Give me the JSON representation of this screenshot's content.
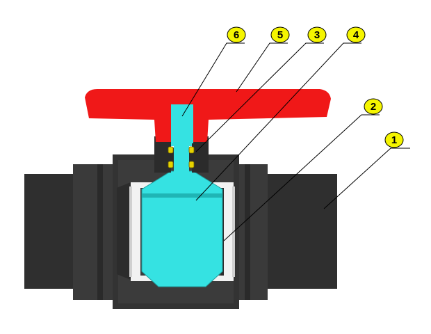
{
  "diagram": {
    "colors": {
      "body_dark": "#2e2e2e",
      "body_mid": "#3c3c3c",
      "handle": "#f01a1a",
      "ball": "#33e3e3",
      "seat": "#f2f2f2",
      "callout_fill": "#f5f500",
      "seal": "#e8d400"
    },
    "callouts": [
      {
        "label": "6",
        "part": "stem"
      },
      {
        "label": "5",
        "part": "handle"
      },
      {
        "label": "3",
        "part": "o-ring-seal"
      },
      {
        "label": "4",
        "part": "ball"
      },
      {
        "label": "2",
        "part": "seat-ring"
      },
      {
        "label": "1",
        "part": "valve-body"
      }
    ]
  }
}
